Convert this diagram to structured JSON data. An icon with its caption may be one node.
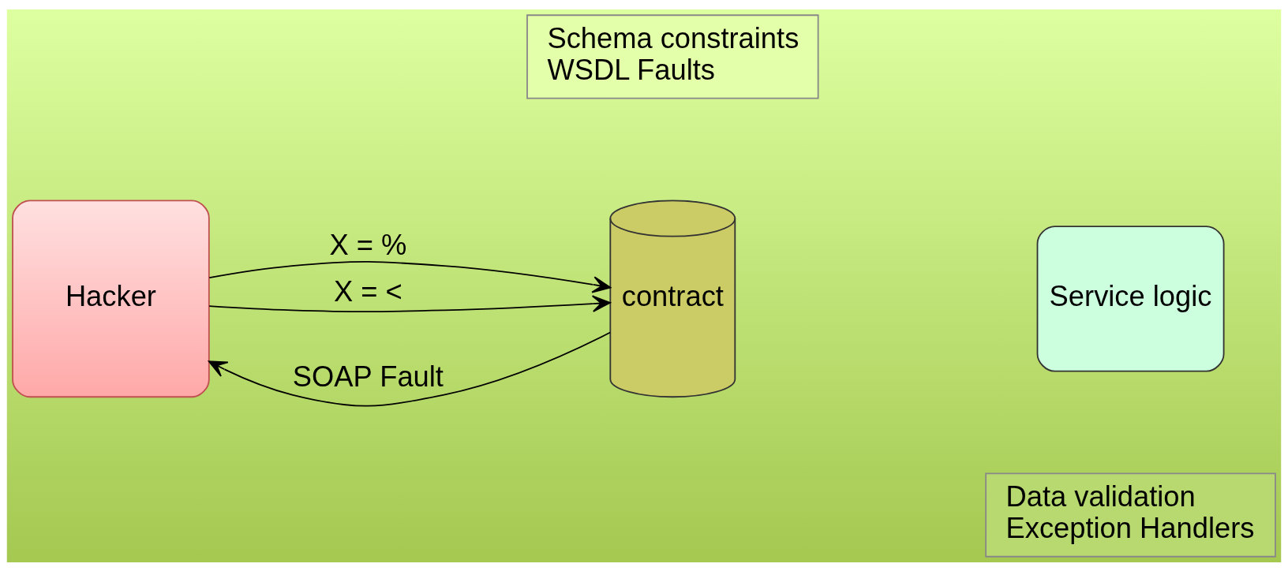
{
  "diagram": {
    "nodes": [
      {
        "text": [
          "Hacker"
        ]
      },
      {
        "text": [
          "contract"
        ]
      },
      {
        "text": [
          "Service logic"
        ]
      },
      {
        "text": [
          "Schema constraints",
          "WSDL Faults"
        ]
      },
      {
        "text": [
          "Data validation",
          "Exception Handlers"
        ]
      }
    ],
    "edges": [
      {
        "from": 0,
        "to": 1,
        "arrow": "to",
        "label": "X = %"
      },
      {
        "from": 1,
        "to": 0,
        "arrow": "to",
        "label": "SOAP Fault"
      },
      {
        "from": 0,
        "to": 1,
        "arrow": "to",
        "label": "X = <"
      }
    ]
  }
}
